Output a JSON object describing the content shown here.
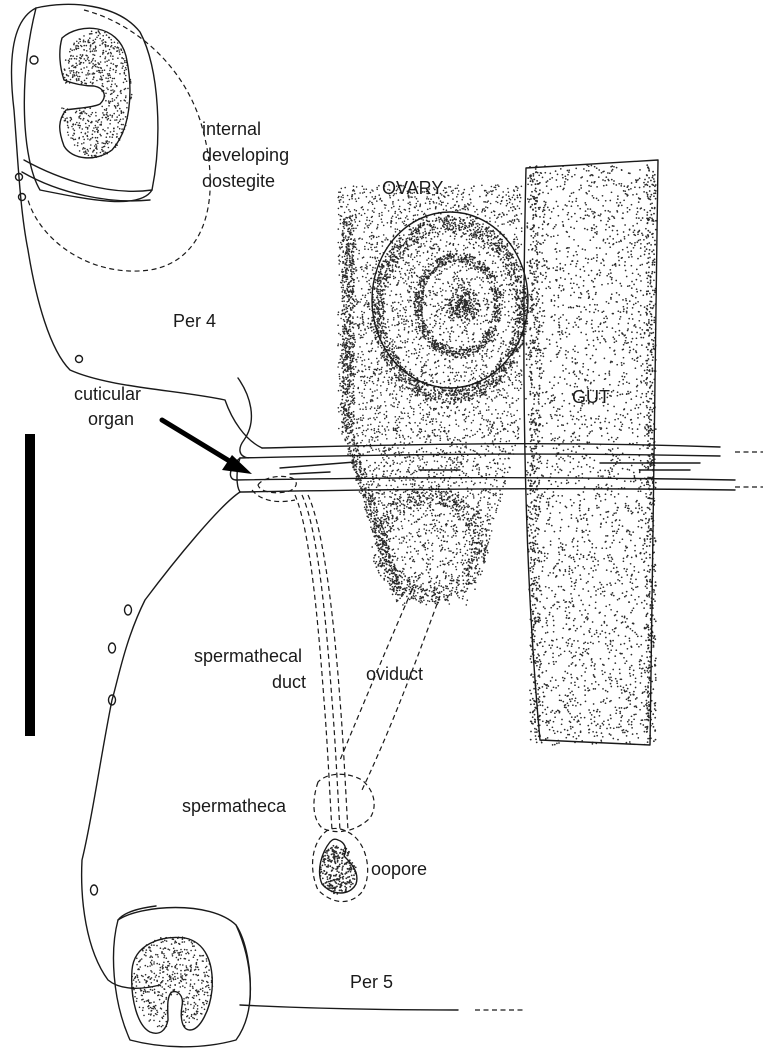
{
  "labels": {
    "oostegite_1": "internal",
    "oostegite_2": "developing",
    "oostegite_3": "oostegite",
    "ovary": "OVARY",
    "per4": "Per 4",
    "gut": "GUT",
    "cuticular_1": "cuticular",
    "cuticular_2": "organ",
    "spermathecal_1": "spermathecal",
    "spermathecal_2": "duct",
    "oviduct": "oviduct",
    "spermatheca": "spermatheca",
    "oopore": "oopore",
    "per5": "Per 5"
  },
  "colors": {
    "ink": "#1a1a1a",
    "background": "#ffffff"
  }
}
